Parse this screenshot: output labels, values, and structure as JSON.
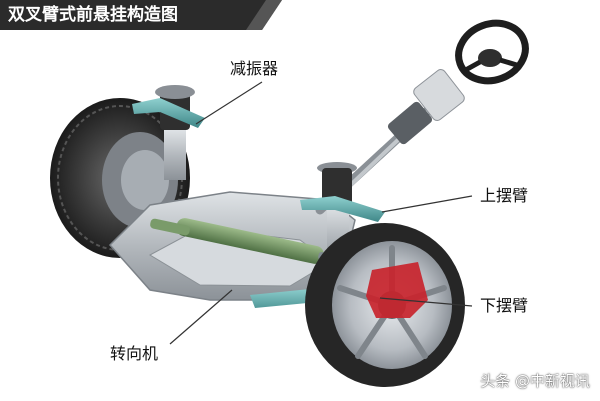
{
  "title": "双叉臂式前悬挂构造图",
  "labels": {
    "shock_absorber": "减振器",
    "upper_arm": "上摆臂",
    "lower_arm": "下摆臂",
    "steering_gear": "转向机"
  },
  "watermark": {
    "platform": "头条",
    "account": "@中新视讯"
  },
  "colors": {
    "title_bg": "#2b2b2b",
    "title_text": "#ffffff",
    "arm_teal": "#5aa6a6",
    "tire": "#2a2a2a",
    "caliper": "#c8242c",
    "steering_green": "#6c8f5e",
    "subframe": "#b8bcc0"
  }
}
